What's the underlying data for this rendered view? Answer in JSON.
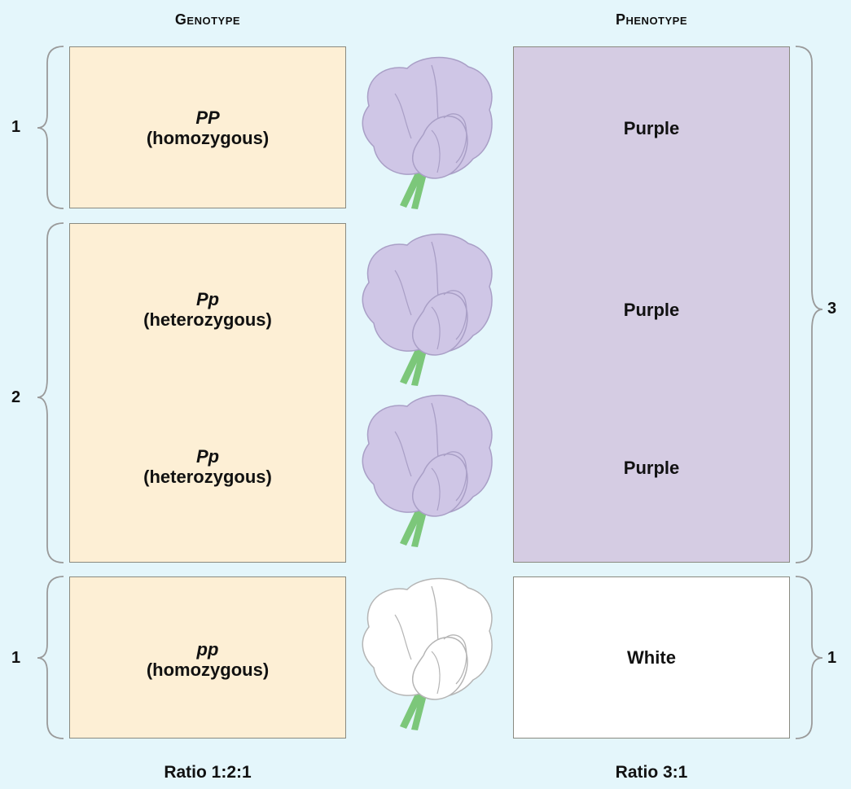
{
  "headers": {
    "genotype": "Genotype",
    "phenotype": "Phenotype"
  },
  "genotypes": [
    {
      "allele": "PP",
      "zygosity": "(homozygous)"
    },
    {
      "allele": "Pp",
      "zygosity": "(heterozygous)"
    },
    {
      "allele": "Pp",
      "zygosity": "(heterozygous)"
    },
    {
      "allele": "pp",
      "zygosity": "(homozygous)"
    }
  ],
  "phenotypes": [
    "Purple",
    "Purple",
    "Purple",
    "White"
  ],
  "genotype_counts": [
    "1",
    "2",
    "1"
  ],
  "phenotype_counts": [
    "3",
    "1"
  ],
  "ratios": {
    "genotype": "Ratio 1:2:1",
    "phenotype": "Ratio 3:1"
  },
  "colors": {
    "genotype_box": "#fdefd5",
    "purple": "#d5cce3",
    "white": "#ffffff",
    "background": "#e4f6fb",
    "stem": "#7cc77a"
  },
  "flowers": [
    "purple-flower-icon",
    "purple-flower-icon",
    "purple-flower-icon",
    "white-flower-icon"
  ]
}
